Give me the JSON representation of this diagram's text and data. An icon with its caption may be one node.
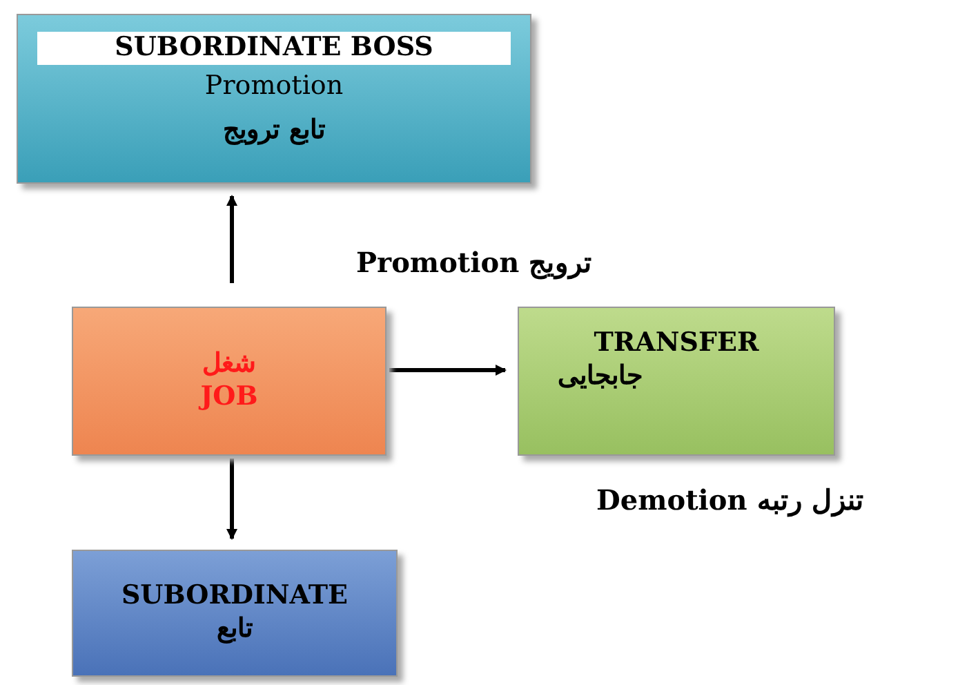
{
  "diagram": {
    "nodes": [
      {
        "text": [
          "SUBORDINATE BOSS",
          "Promotion",
          "تابع ترویج"
        ]
      },
      {
        "text": [
          "شغل",
          "JOB"
        ]
      },
      {
        "text": [
          "TRANSFER",
          "جابجایی"
        ]
      },
      {
        "text": [
          "SUBORDINATE",
          "تابع"
        ]
      }
    ],
    "edges": [
      {
        "from": 1,
        "to": 0,
        "arrow": "to"
      },
      {
        "from": 1,
        "to": 2,
        "arrow": "to"
      },
      {
        "from": 1,
        "to": 3,
        "arrow": "to"
      }
    ],
    "labels": [
      "ترویج Promotion",
      "تنزل رتبه Demotion"
    ]
  }
}
